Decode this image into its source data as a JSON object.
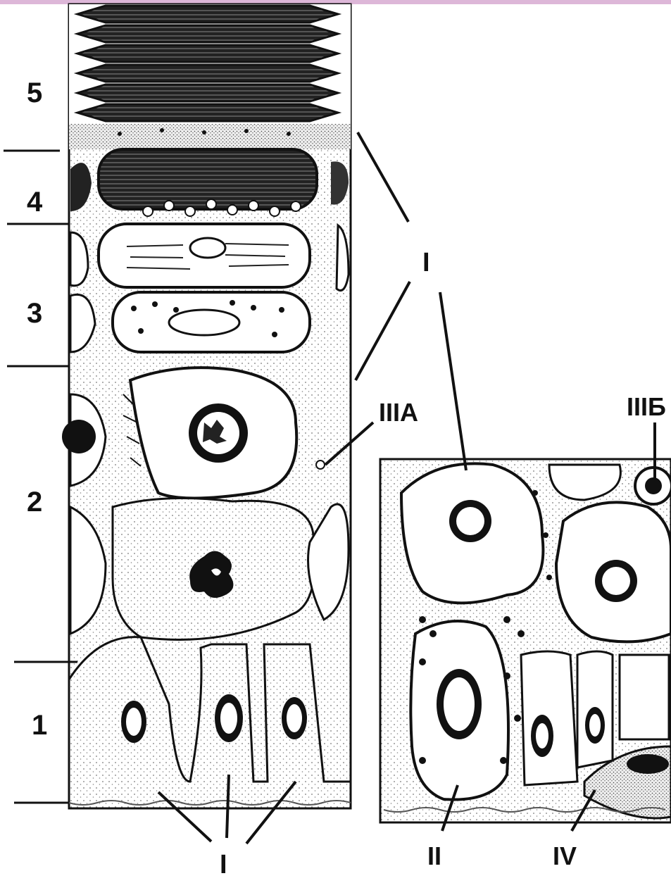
{
  "colors": {
    "top_band": "#ddb7d8",
    "ink": "#111111",
    "stipple": "#8a8a8a",
    "paper": "#ffffff"
  },
  "layers": {
    "layer_5": "5",
    "layer_4": "4",
    "layer_3": "3",
    "layer_2": "2",
    "layer_1": "1"
  },
  "labels": {
    "label_I_upper": "I",
    "label_I_lower": "I",
    "label_IIIA": "IIIA",
    "label_IIIB": "IIIБ",
    "label_II": "II",
    "label_IV": "IV"
  }
}
